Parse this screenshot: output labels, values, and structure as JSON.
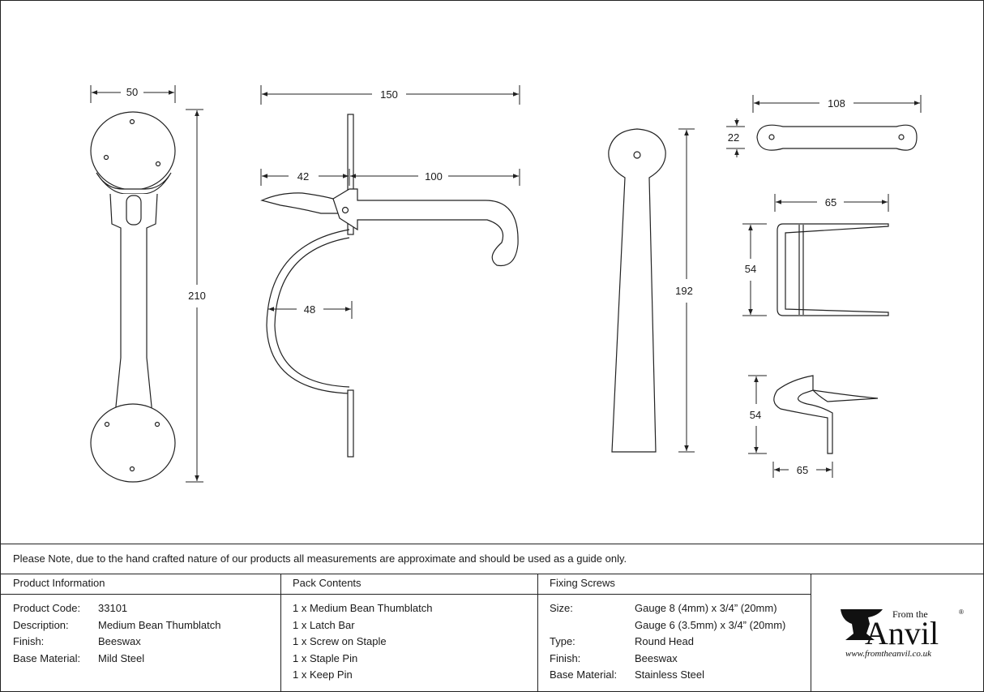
{
  "dimensions": {
    "handle_width": "50",
    "handle_height": "210",
    "side_total": "150",
    "side_left": "42",
    "side_right": "100",
    "side_radius": "48",
    "plate_height": "192",
    "bar_length": "108",
    "bar_width": "22",
    "staple_length": "65",
    "staple_height": "54",
    "keep_height": "54",
    "keep_length": "65"
  },
  "note": "Please Note, due to the hand crafted nature of our products all measurements are approximate and should be used as a guide only.",
  "product_info": {
    "heading": "Product Information",
    "rows": [
      {
        "label": "Product Code:",
        "value": "33101"
      },
      {
        "label": "Description:",
        "value": "Medium Bean Thumblatch"
      },
      {
        "label": "Finish:",
        "value": "Beeswax"
      },
      {
        "label": "Base Material:",
        "value": "Mild Steel"
      }
    ]
  },
  "pack_contents": {
    "heading": "Pack Contents",
    "items": [
      "1 x Medium Bean Thumblatch",
      "1 x Latch Bar",
      "1 x Screw on Staple",
      "1 x Staple Pin",
      "1 x Keep Pin"
    ]
  },
  "fixing_screws": {
    "heading": "Fixing Screws",
    "rows": [
      {
        "label": "Size:",
        "value": "Gauge 8 (4mm) x 3/4” (20mm)"
      },
      {
        "label": "",
        "value": "Gauge 6 (3.5mm) x 3/4” (20mm)"
      },
      {
        "label": "Type:",
        "value": "Round Head"
      },
      {
        "label": "Finish:",
        "value": "Beeswax"
      },
      {
        "label": "Base Material:",
        "value": "Stainless Steel"
      }
    ]
  },
  "logo": {
    "from_the": "From the",
    "brand": "Anvil",
    "registered": "®",
    "url": "www.fromtheanvil.co.uk"
  }
}
